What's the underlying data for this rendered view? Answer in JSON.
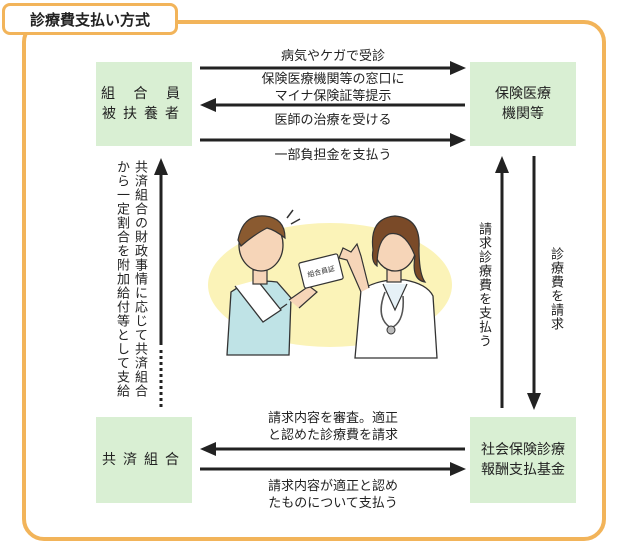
{
  "title": "診療費支払い方式",
  "nodes": {
    "insured": [
      "組 合 員",
      "被扶養者"
    ],
    "medical": [
      "保険医療",
      "機関等"
    ],
    "union": "共済組合",
    "fund": [
      "社会保険診療",
      "報酬支払基金"
    ]
  },
  "edges": {
    "receive_consult": "病気やケガで受診",
    "present_card": [
      "保険医療機関等の窓口に",
      "マイナ保険証等提示"
    ],
    "receive_treatment": "医師の治療を受ける",
    "pay_copay": "一部負担金を支払う",
    "review_claim": [
      "請求内容を審査。適正",
      "と認めた診療費を請求"
    ],
    "pay_valid": [
      "請求内容が適正と認め",
      "たものについて支払う"
    ],
    "pay_claim": "請求診療費を支払う",
    "claim_fee": "診療費を請求",
    "additional_benefit": [
      "共済組合の財政事情に応じて共済組合",
      "から一定割合を附加給付等として支給"
    ]
  },
  "illustration": {
    "card_text": "組合員証"
  },
  "colors": {
    "frame": "#f2b45a",
    "box": "#d9efd3",
    "arrow": "#222222",
    "ellipse": "#fbf3b8"
  }
}
